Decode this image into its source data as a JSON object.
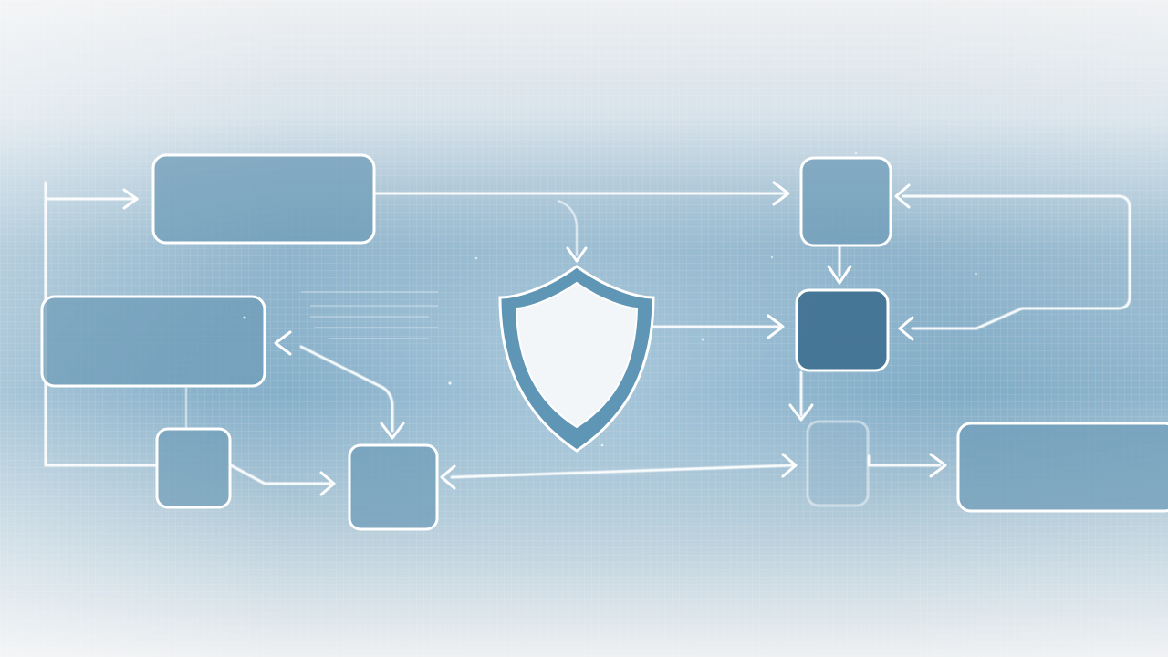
{
  "scene": {
    "kind": "security process flowchart",
    "colors": {
      "line": "#ffffff",
      "node_fill": "#6f9cb8",
      "node_fill_dark": "#3e6f8f",
      "shield_outer": "#5f95b5",
      "shield_inner": "#f3f6f8",
      "band": "#7aa7c3",
      "page": "#e6eaee"
    }
  },
  "nodes": [
    {
      "id": "top-left-process",
      "shape": "wide-rect",
      "tone": "medium"
    },
    {
      "id": "mid-left-process",
      "shape": "wide-rect",
      "tone": "medium"
    },
    {
      "id": "bottom-left-small",
      "shape": "square",
      "tone": "medium"
    },
    {
      "id": "bottom-center-square",
      "shape": "square",
      "tone": "medium"
    },
    {
      "id": "security-shield",
      "shape": "shield",
      "icon": "shield-icon"
    },
    {
      "id": "top-right-square",
      "shape": "square",
      "tone": "medium"
    },
    {
      "id": "center-right-decision",
      "shape": "square",
      "tone": "dark"
    },
    {
      "id": "lower-right-faded",
      "shape": "square",
      "tone": "faded"
    },
    {
      "id": "right-output",
      "shape": "wide-rect",
      "tone": "medium"
    }
  ],
  "edges": [
    {
      "from": "left-rail",
      "to": "top-left-process"
    },
    {
      "from": "top-left-process",
      "to": "top-right-square"
    },
    {
      "from": "top-left-process",
      "to": "security-shield"
    },
    {
      "from": "right-loop",
      "to": "top-right-square"
    },
    {
      "from": "top-right-square",
      "to": "center-right-decision"
    },
    {
      "from": "security-shield",
      "to": "center-right-decision"
    },
    {
      "from": "right-loop",
      "to": "center-right-decision"
    },
    {
      "from": "center-right-decision",
      "to": "lower-right-faded"
    },
    {
      "from": "bottom-center-square",
      "to": "mid-left-process"
    },
    {
      "from": "mid-left-process",
      "to": "bottom-center-square"
    },
    {
      "from": "bottom-left-small",
      "to": "bottom-center-square"
    },
    {
      "from": "lower-right-faded",
      "to": "bottom-center-square"
    },
    {
      "from": "lower-right-faded",
      "to": "right-output"
    }
  ]
}
